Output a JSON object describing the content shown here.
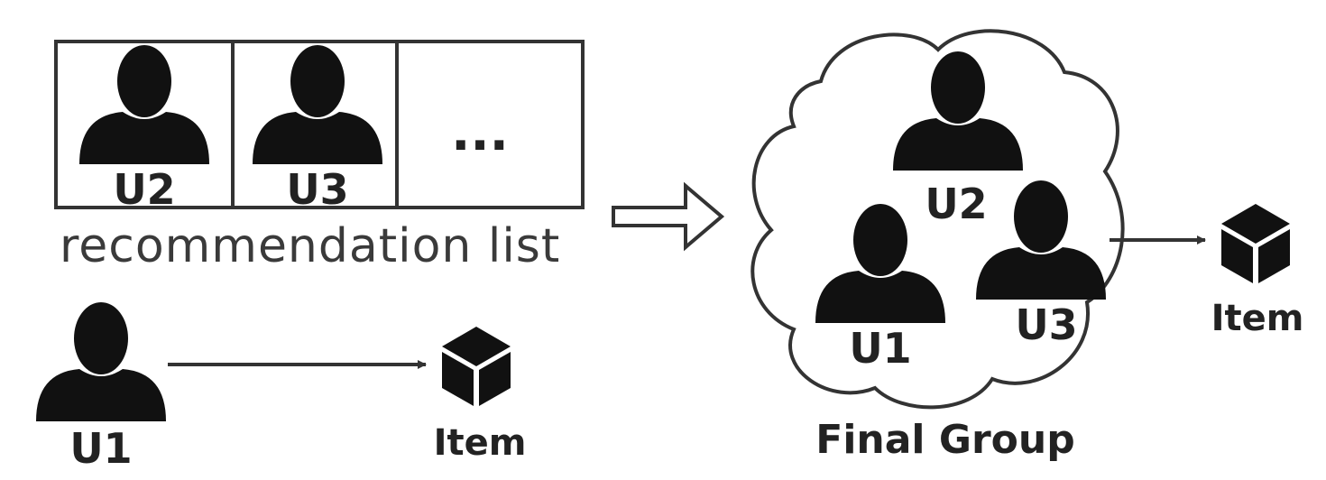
{
  "recommendation_list": {
    "label": "recommendation list",
    "slots": [
      {
        "user": "U2"
      },
      {
        "user": "U3"
      },
      {
        "user": "..."
      }
    ]
  },
  "source": {
    "user": "U1",
    "item": "Item"
  },
  "final_group": {
    "label": "Final Group",
    "members": [
      "U2",
      "U1",
      "U3"
    ],
    "item": "Item"
  },
  "icons": {
    "user": "user-icon",
    "item": "cube-icon",
    "transition": "hollow-arrow-icon",
    "link": "arrow-icon"
  },
  "colors": {
    "ink": "#111111",
    "text": "#222222",
    "stroke": "#333333"
  }
}
